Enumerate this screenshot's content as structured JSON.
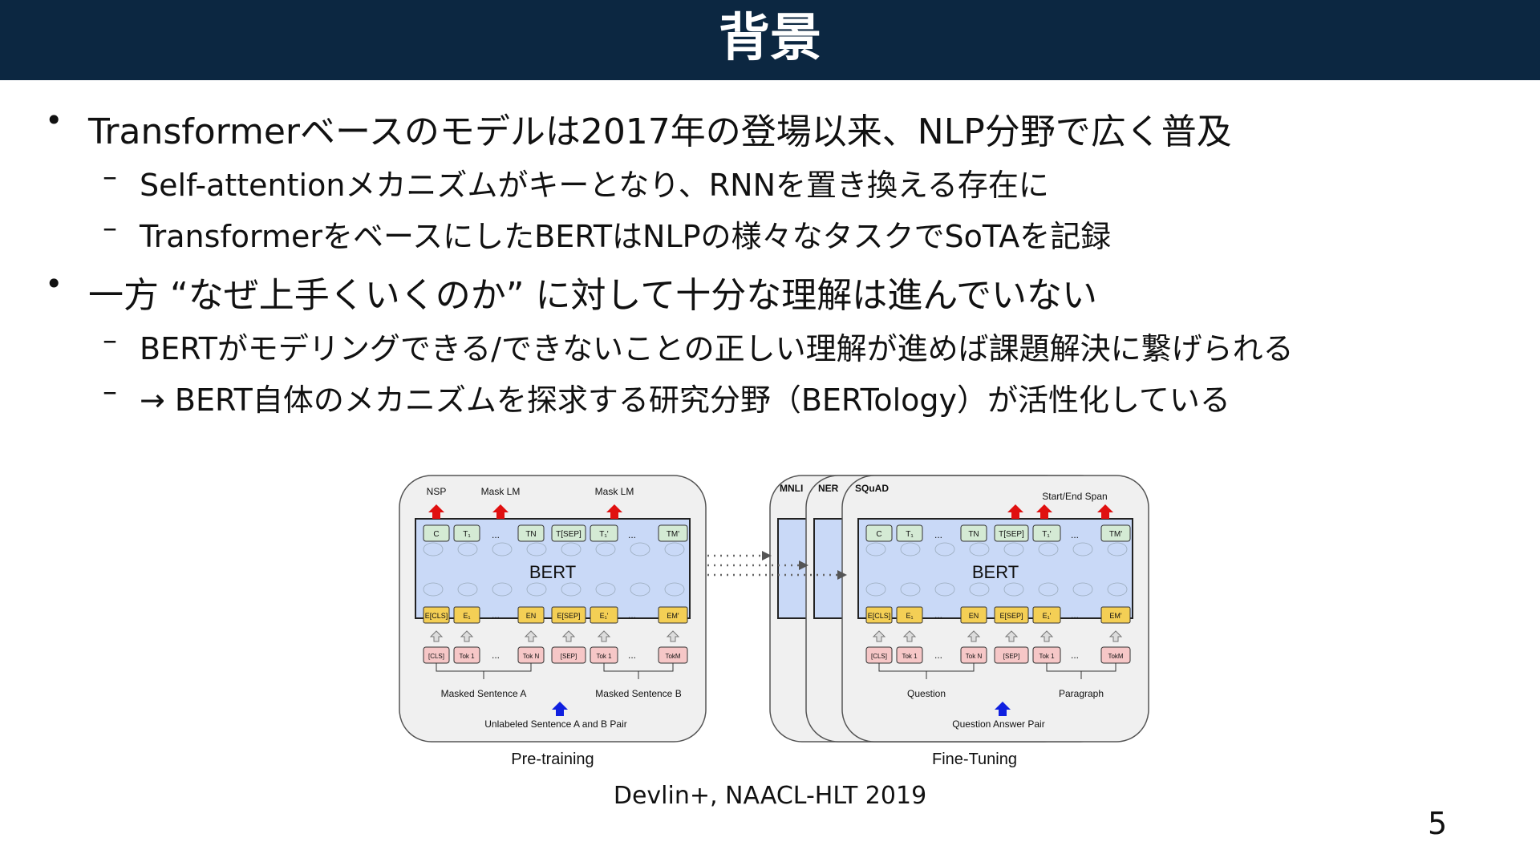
{
  "header": {
    "title": "背景"
  },
  "bullets": [
    {
      "level": 1,
      "marker": "•",
      "text": "Transformerベースのモデルは2017年の登場以来、NLP分野で広く普及"
    },
    {
      "level": 2,
      "marker": "–",
      "text": "Self-attentionメカニズムがキーとなり、RNNを置き換える存在に"
    },
    {
      "level": 2,
      "marker": "–",
      "text": "TransformerをベースにしたBERTはNLPの様々なタスクでSoTAを記録"
    },
    {
      "level": 1,
      "marker": "•",
      "text": "一方 “なぜ上手くいくのか” に対して十分な理解は進んでいない"
    },
    {
      "level": 2,
      "marker": "–",
      "text": "BERTがモデリングできる/できないことの正しい理解が進めば課題解決に繋げられる"
    },
    {
      "level": 2,
      "marker": "–",
      "text": "→ BERT自体のメカニズムを探求する研究分野（BERTology）が活性化している"
    }
  ],
  "figure": {
    "pretrain": {
      "caption": "Pre-training",
      "model_label": "BERT",
      "heads": [
        "NSP",
        "Mask LM",
        "Mask LM"
      ],
      "outputs": [
        "C",
        "T₁",
        "...",
        "T_N",
        "T_[SEP]",
        "T₁'",
        "...",
        "T_M'"
      ],
      "embeddings": [
        "E_[CLS]",
        "E₁",
        "...",
        "E_N",
        "E_[SEP]",
        "E₁'",
        "...",
        "E_M'"
      ],
      "tokens": [
        "[CLS]",
        "Tok 1",
        "...",
        "Tok N",
        "[SEP]",
        "Tok 1",
        "...",
        "TokM"
      ],
      "segment_a": "Masked Sentence A",
      "segment_b": "Masked Sentence B",
      "input_label": "Unlabeled Sentence A and B Pair"
    },
    "finetune": {
      "caption": "Fine-Tuning",
      "model_label": "BERT",
      "tasks": [
        "MNLI",
        "NER",
        "SQuAD"
      ],
      "head": "Start/End Span",
      "outputs": [
        "C",
        "T₁",
        "...",
        "T_N",
        "T_[SEP]",
        "T₁'",
        "...",
        "T_M'"
      ],
      "embeddings": [
        "E_[CLS]",
        "E₁",
        "...",
        "E_N",
        "E_[SEP]",
        "E₁'",
        "...",
        "E_M'"
      ],
      "tokens": [
        "[CLS]",
        "Tok 1",
        "...",
        "Tok N",
        "[SEP]",
        "Tok 1",
        "...",
        "TokM"
      ],
      "segment_a": "Question",
      "segment_b": "Paragraph",
      "input_label": "Question Answer Pair"
    },
    "citation": "Devlin+, NAACL-HLT 2019"
  },
  "page_number": "5",
  "colors": {
    "header_bg": "#0c2741",
    "bert_box": "#c9d9f7",
    "output_box": "#d4ead4",
    "embed_box": "#f4cf55",
    "token_box": "#f6c7c7",
    "head_arrow": "#e01010",
    "input_arrow": "#1020e0"
  }
}
